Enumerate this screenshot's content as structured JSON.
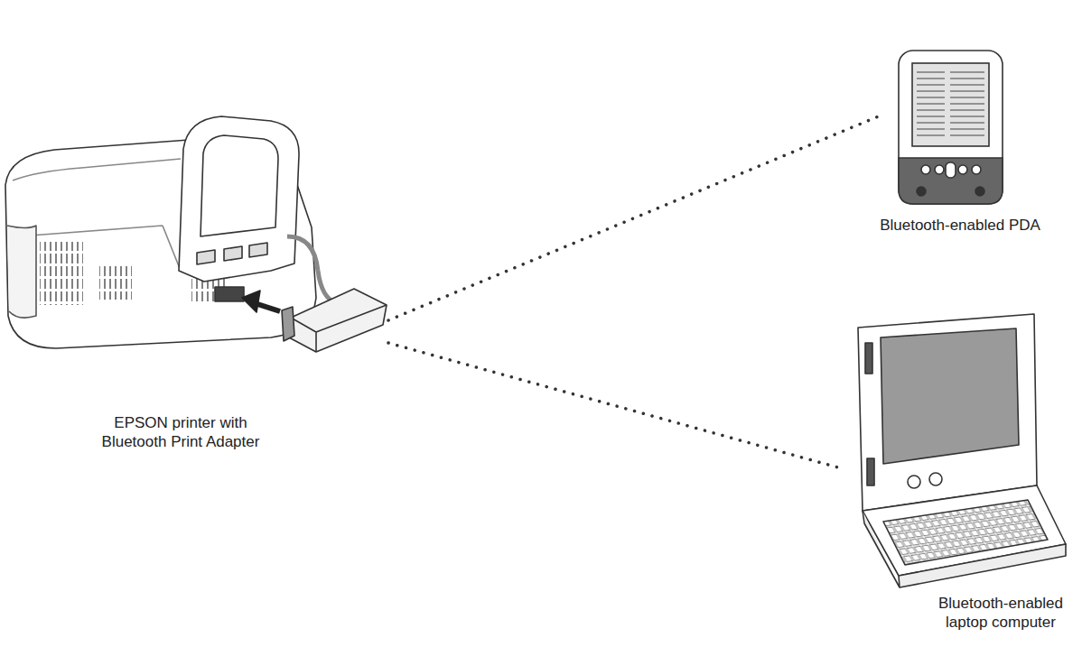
{
  "diagram": {
    "nodes": [
      {
        "text": [
          "EPSON printer with Bluetooth Print Adapter"
        ]
      },
      {
        "text": [
          "Bluetooth-enabled PDA"
        ]
      },
      {
        "text": [
          "Bluetooth-enabled laptop computer"
        ]
      }
    ],
    "edges": [
      {
        "from": 0,
        "to": 1,
        "arrow": "none"
      },
      {
        "from": 0,
        "to": 2,
        "arrow": "none"
      }
    ]
  }
}
